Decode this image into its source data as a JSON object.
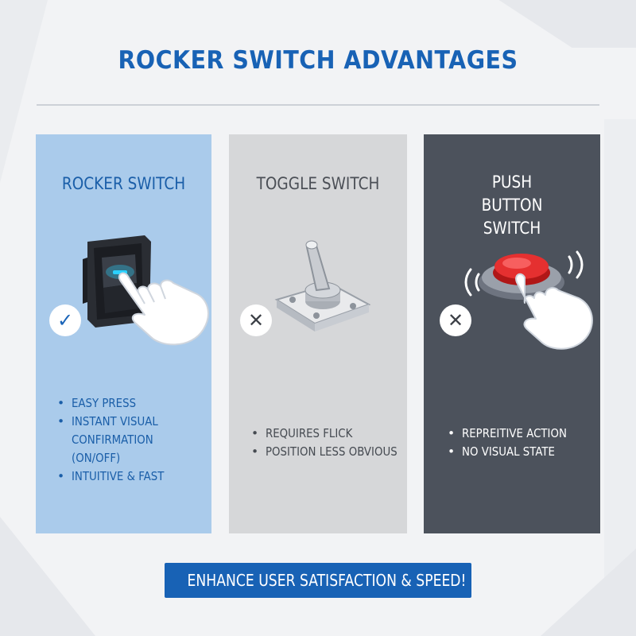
{
  "title": "ROCKER SWITCH ADVANTAGES",
  "panels": [
    {
      "title": "ROCKER SWITCH",
      "mark": "✓",
      "mark_type": "check-icon",
      "bullets": [
        "EASY PRESS",
        "INSTANT VISUAL CONFIRMATION (ON/OFF)",
        "INTUITIVE & FAST"
      ],
      "colors": {
        "bg": "#aacbeb",
        "text": "#1a5ea8"
      }
    },
    {
      "title": "TOGGLE SWITCH",
      "mark": "✕",
      "mark_type": "cross-icon",
      "bullets": [
        "REQUIRES FLICK",
        "POSITION LESS OBVIOUS"
      ],
      "colors": {
        "bg": "#d6d7d9",
        "text": "#454a51"
      }
    },
    {
      "title": "PUSH BUTTON SWITCH",
      "mark": "✕",
      "mark_type": "cross-icon",
      "bullets": [
        "REPREITIVE ACTION",
        "NO VISUAL STATE"
      ],
      "colors": {
        "bg": "#4c525c",
        "text": "#ffffff"
      }
    }
  ],
  "cta": "ENHANCE USER SATISFACTION & SPEED!",
  "colors": {
    "accent": "#1862b5",
    "background": "#f2f3f5"
  },
  "icons": {
    "rocker": "rocker-switch-icon",
    "toggle": "toggle-switch-icon",
    "push": "push-button-icon",
    "hand": "pointing-hand-icon"
  }
}
